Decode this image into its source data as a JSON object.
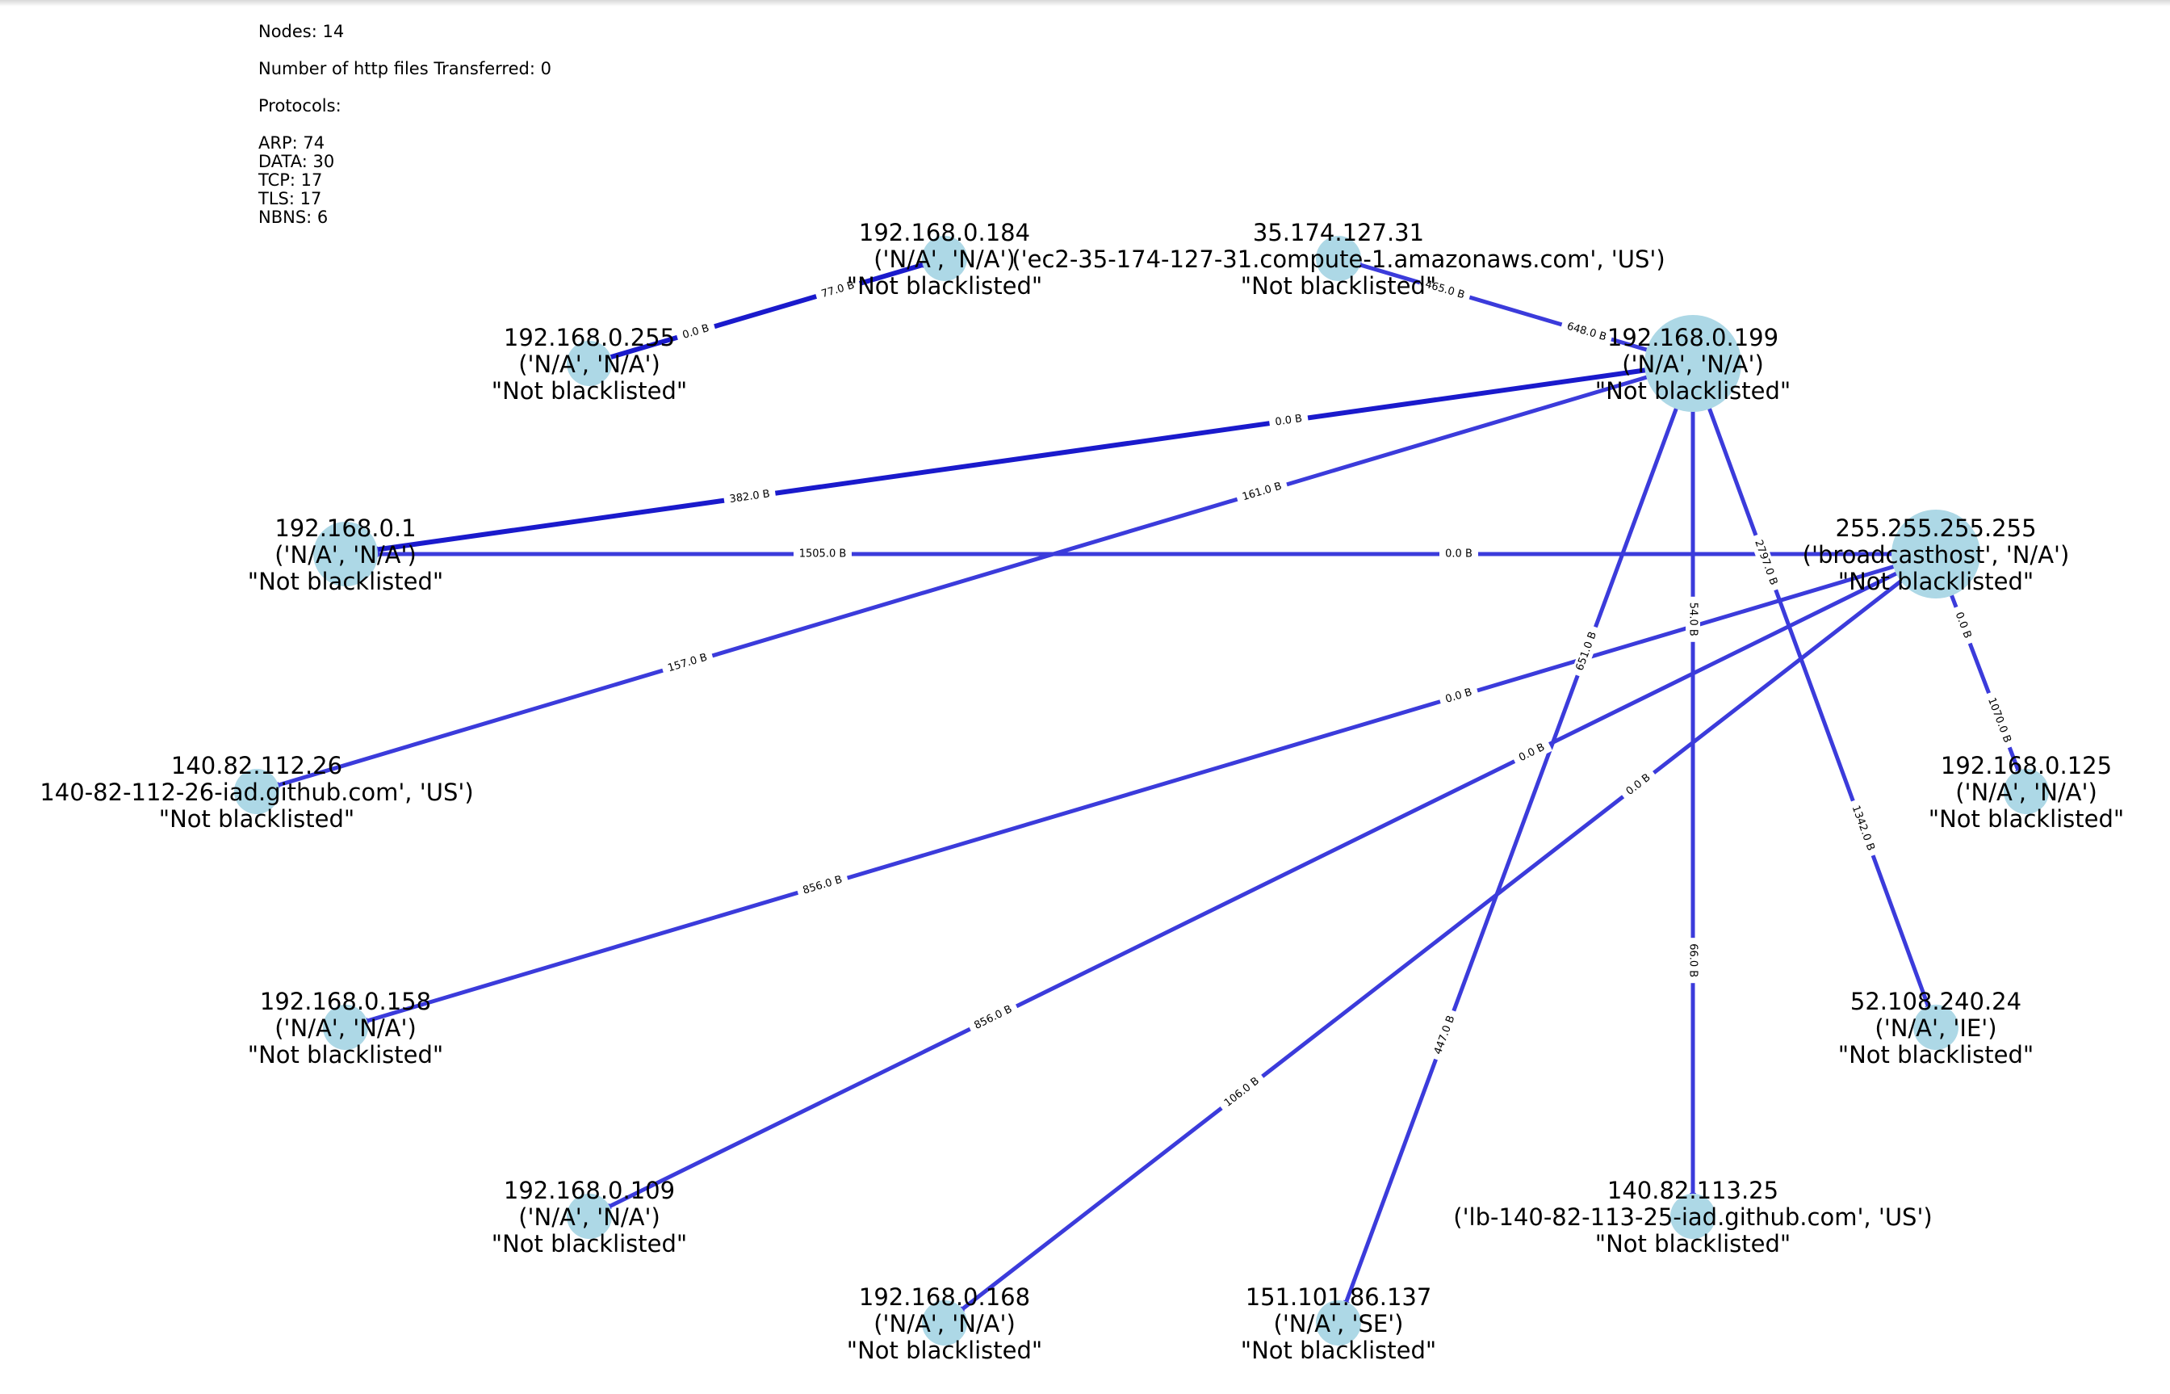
{
  "stats": {
    "nodes": "Nodes: 14",
    "http_files": "Number of http files Transferred: 0",
    "protocols_heading": "Protocols:",
    "protocols": [
      "ARP: 74",
      "DATA: 30",
      "TCP: 17",
      "TLS: 17",
      "NBNS: 6"
    ]
  },
  "colors": {
    "node": "#add8e6",
    "edge": "#3b3bdb",
    "edge_dark": "#1a1acc"
  },
  "nodes": [
    {
      "id": "192.168.0.184",
      "lines": [
        "192.168.0.184",
        "('N/A', 'N/A')",
        "\"Not blacklisted\""
      ]
    },
    {
      "id": "35.174.127.31",
      "lines": [
        "35.174.127.31",
        "('ec2-35-174-127-31.compute-1.amazonaws.com', 'US')",
        "\"Not blacklisted\""
      ]
    },
    {
      "id": "192.168.0.255",
      "lines": [
        "192.168.0.255",
        "('N/A', 'N/A')",
        "\"Not blacklisted\""
      ]
    },
    {
      "id": "192.168.0.199",
      "lines": [
        "192.168.0.199",
        "('N/A', 'N/A')",
        "\"Not blacklisted\""
      ]
    },
    {
      "id": "192.168.0.1",
      "lines": [
        "192.168.0.1",
        "('N/A', 'N/A')",
        "\"Not blacklisted\""
      ]
    },
    {
      "id": "255.255.255.255",
      "lines": [
        "255.255.255.255",
        "('broadcasthost', 'N/A')",
        "\"Not blacklisted\""
      ]
    },
    {
      "id": "140.82.112.26",
      "lines": [
        "140.82.112.26",
        "140-82-112-26-iad.github.com', 'US')",
        "\"Not blacklisted\""
      ]
    },
    {
      "id": "192.168.0.125",
      "lines": [
        "192.168.0.125",
        "('N/A', 'N/A')",
        "\"Not blacklisted\""
      ]
    },
    {
      "id": "192.168.0.158",
      "lines": [
        "192.168.0.158",
        "('N/A', 'N/A')",
        "\"Not blacklisted\""
      ]
    },
    {
      "id": "52.108.240.24",
      "lines": [
        "52.108.240.24",
        "('N/A', 'IE')",
        "\"Not blacklisted\""
      ]
    },
    {
      "id": "192.168.0.109",
      "lines": [
        "192.168.0.109",
        "('N/A', 'N/A')",
        "\"Not blacklisted\""
      ]
    },
    {
      "id": "140.82.113.25",
      "lines": [
        "140.82.113.25",
        "('lb-140-82-113-25-iad.github.com', 'US')",
        "\"Not blacklisted\""
      ]
    },
    {
      "id": "192.168.0.168",
      "lines": [
        "192.168.0.168",
        "('N/A', 'N/A')",
        "\"Not blacklisted\""
      ]
    },
    {
      "id": "151.101.86.137",
      "lines": [
        "151.101.86.137",
        "('N/A', 'SE')",
        "\"Not blacklisted\""
      ]
    }
  ],
  "edges": [
    {
      "from": "192.168.0.255",
      "to": "192.168.0.184",
      "labels": [
        "0.0 B",
        "77.0 B"
      ]
    },
    {
      "from": "192.168.0.199",
      "to": "35.174.127.31",
      "labels": [
        "648.0 B",
        "465.0 B"
      ]
    },
    {
      "from": "192.168.0.199",
      "to": "192.168.0.1",
      "labels": [
        "0.0 B",
        "382.0 B"
      ]
    },
    {
      "from": "192.168.0.199",
      "to": "140.82.112.26",
      "labels": [
        "161.0 B",
        "157.0 B"
      ]
    },
    {
      "from": "255.255.255.255",
      "to": "192.168.0.1",
      "labels": [
        "0.0 B",
        "1505.0 B"
      ]
    },
    {
      "from": "192.168.0.199",
      "to": "151.101.86.137",
      "labels": [
        "651.0 B",
        "447.0 B"
      ]
    },
    {
      "from": "192.168.0.199",
      "to": "140.82.113.25",
      "labels": [
        "54.0 B",
        "66.0 B"
      ]
    },
    {
      "from": "192.168.0.199",
      "to": "52.108.240.24",
      "labels": [
        "2797.0 B",
        "1342.0 B"
      ]
    },
    {
      "from": "255.255.255.255",
      "to": "192.168.0.125",
      "labels": [
        "0.0 B",
        "1070.0 B"
      ]
    },
    {
      "from": "255.255.255.255",
      "to": "192.168.0.158",
      "labels": [
        "0.0 B",
        "856.0 B"
      ]
    },
    {
      "from": "255.255.255.255",
      "to": "192.168.0.109",
      "labels": [
        "0.0 B",
        "856.0 B"
      ]
    },
    {
      "from": "255.255.255.255",
      "to": "192.168.0.168",
      "labels": [
        "0.0 B",
        "106.0 B"
      ]
    }
  ]
}
